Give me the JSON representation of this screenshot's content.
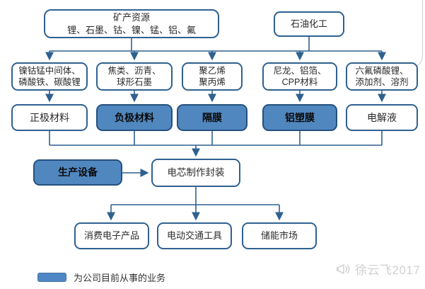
{
  "colors": {
    "line": "#2e618f",
    "box_border": "#2f618f",
    "highlight_fill": "#5187bf",
    "highlight_border": "#24517e",
    "watermark_gray": "#d0d0d0"
  },
  "flowchart": {
    "sources": {
      "minerals": {
        "title": "矿产资源",
        "items": "锂、石墨、钴、镍、锰、铝、氟"
      },
      "petrochemical": {
        "title": "石油化工"
      }
    },
    "raw_materials": [
      {
        "line1": "镍钴锰中间体、",
        "line2": "磷酸铁、碳酸锂"
      },
      {
        "line1": "焦类、沥青、",
        "line2": "球形石墨"
      },
      {
        "line1": "聚乙烯",
        "line2": "聚丙烯"
      },
      {
        "line1": "尼龙、铝箔、",
        "line2": "CPP材料"
      },
      {
        "line1": "六氟磷酸锂、",
        "line2": "添加剂、溶剂"
      }
    ],
    "components": [
      {
        "label": "正极材料",
        "company_business": false
      },
      {
        "label": "负极材料",
        "company_business": true
      },
      {
        "label": "隔膜",
        "company_business": true
      },
      {
        "label": "铝塑膜",
        "company_business": true
      },
      {
        "label": "电解液",
        "company_business": false
      }
    ],
    "equipment": {
      "label": "生产设备",
      "company_business": true
    },
    "assembly": {
      "label": "电芯制作封装"
    },
    "markets": [
      {
        "label": "消费电子产品"
      },
      {
        "label": "电动交通工具"
      },
      {
        "label": "储能市场"
      }
    ],
    "legend": {
      "label": "为公司目前从事的业务"
    },
    "watermark": {
      "text": "徐云飞2017"
    }
  }
}
